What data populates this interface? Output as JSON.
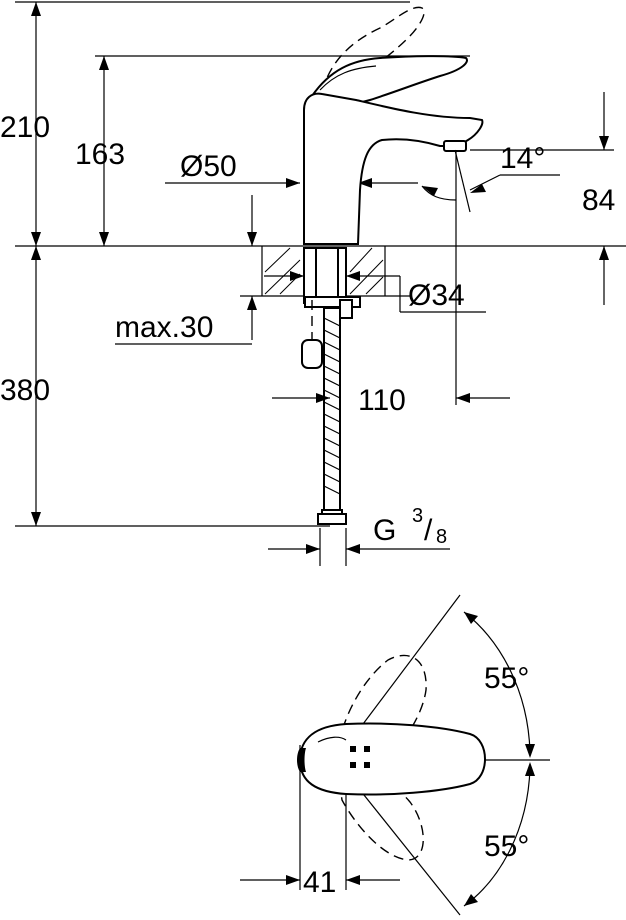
{
  "side_view": {
    "dim_total_height": "210",
    "dim_spout_height": "163",
    "dim_base_diameter": "Ø50",
    "dim_spout_angle": "14°",
    "dim_outlet_height": "84",
    "dim_shank_diameter": "Ø34",
    "dim_max_thickness": "max.30",
    "dim_hose_length": "380",
    "dim_projection": "110",
    "dim_thread_prefix": "G",
    "dim_thread_numerator": "3",
    "dim_thread_slash": "/",
    "dim_thread_denominator": "8"
  },
  "top_view": {
    "dim_angle_upper": "55°",
    "dim_angle_lower": "55°",
    "dim_width": "41"
  }
}
